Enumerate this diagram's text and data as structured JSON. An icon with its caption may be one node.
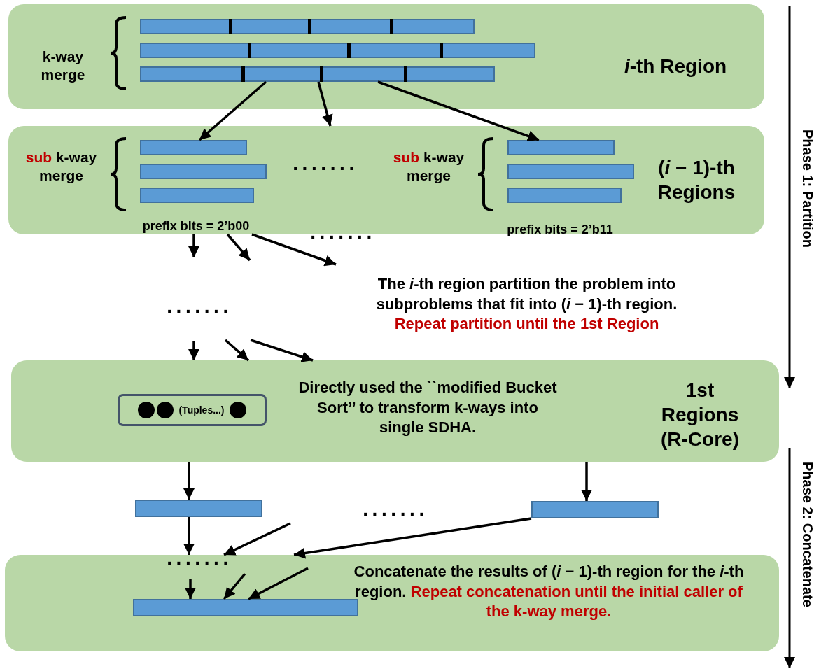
{
  "diagram": {
    "nodes": [
      {
        "text": [
          "*i*-th Region"
        ]
      },
      {
        "text": [],
        "shape": "bar",
        "in": 0
      },
      {
        "text": [],
        "shape": "bar",
        "in": 0
      },
      {
        "text": [],
        "shape": "bar",
        "in": 0
      },
      {
        "text": [
          "(*i* − 1)-th Regions"
        ]
      },
      {
        "text": [],
        "shape": "bar",
        "in": 4
      },
      {
        "text": [],
        "shape": "bar",
        "in": 4
      },
      {
        "text": [],
        "shape": "bar",
        "in": 4
      },
      {
        "text": [],
        "shape": "bar",
        "in": 4
      },
      {
        "text": [],
        "shape": "bar",
        "in": 4
      },
      {
        "text": [],
        "shape": "bar",
        "in": 4
      },
      {
        "text": [
          "Directly used the ``modified Bucket Sort’’ to transform k-ways into single SDHA.",
          "1st Regions (R-Core)"
        ]
      },
      {
        "text": [
          "(Tuples...)"
        ],
        "in": 11
      },
      {
        "text": [],
        "shape": "bar"
      },
      {
        "text": [],
        "shape": "bar"
      },
      {
        "text": [
          "Concatenate the results of (*i* − 1)-th region for the *i*-th region.",
          "Repeat concatenation until the initial caller of the k-way merge."
        ]
      },
      {
        "text": [],
        "shape": "bar",
        "in": 15
      },
      {
        "text": [
          "The *i*-th region partition the problem into subproblems that fit into (*i* − 1)-th region.",
          "Repeat partition until the 1st Region"
        ]
      }
    ],
    "edges": [
      {
        "from": 3,
        "to": 5,
        "arrow": "to"
      },
      {
        "from": 3,
        "to": 4,
        "arrow": "to"
      },
      {
        "from": 3,
        "to": 8,
        "arrow": "to"
      },
      {
        "from": 4,
        "to": null,
        "arrow": "to"
      },
      {
        "from": 4,
        "to": null,
        "arrow": "to"
      },
      {
        "from": 4,
        "to": 17,
        "arrow": "to"
      },
      {
        "from": null,
        "to": 11,
        "arrow": "to"
      },
      {
        "from": null,
        "to": 11,
        "arrow": "to"
      },
      {
        "from": null,
        "to": 11,
        "arrow": "to"
      },
      {
        "from": 11,
        "to": 13,
        "arrow": "to"
      },
      {
        "from": 11,
        "to": 14,
        "arrow": "to"
      },
      {
        "from": 13,
        "to": 15,
        "arrow": "to"
      },
      {
        "from": null,
        "to": 15,
        "arrow": "to"
      },
      {
        "from": 14,
        "to": 15,
        "arrow": "to"
      },
      {
        "from": null,
        "to": 16,
        "arrow": "to"
      },
      {
        "from": null,
        "to": 16,
        "arrow": "to"
      },
      {
        "from": null,
        "to": 16,
        "arrow": "to"
      }
    ],
    "labels": [
      "k-way merge",
      "**sub** k-way merge",
      "**sub** k-way merge",
      ".......",
      "prefix bits = 2’b00",
      ".......",
      "prefix bits = 2’b11",
      ".......",
      ".......",
      ".......",
      "Phase 1: Partition",
      "Phase 2: Concatenate"
    ]
  }
}
